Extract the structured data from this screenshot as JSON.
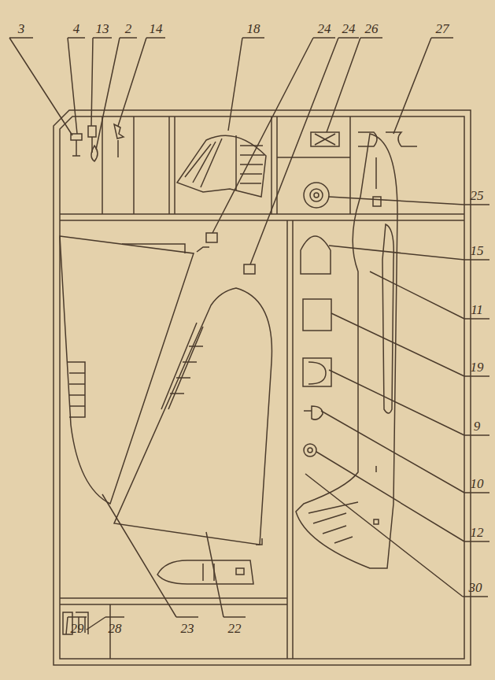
{
  "diagram": {
    "labels": [
      "3",
      "4",
      "13",
      "2",
      "14",
      "18",
      "24",
      "24",
      "26",
      "27",
      "25",
      "15",
      "11",
      "19",
      "9",
      "10",
      "12",
      "30",
      "29",
      "28",
      "23",
      "22"
    ]
  }
}
